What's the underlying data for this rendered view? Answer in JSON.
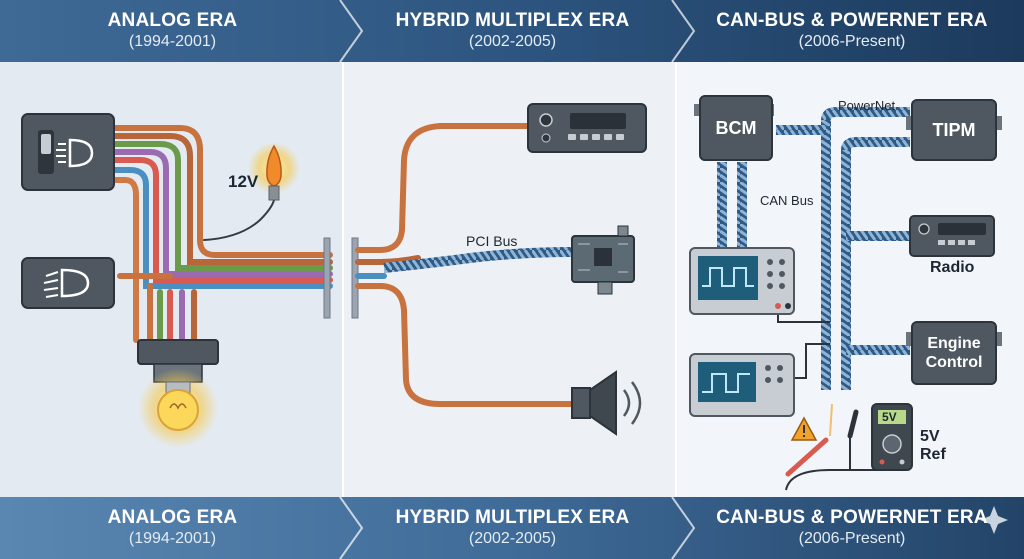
{
  "eras": [
    {
      "title": "ANALOG ERA",
      "years": "(1994-2001)"
    },
    {
      "title": "HYBRID MULTIPLEX ERA",
      "years": "(2002-2005)"
    },
    {
      "title": "CAN-BUS & POWERNET ERA",
      "years": "(2006-Present)"
    }
  ],
  "labels": {
    "voltage": "12V",
    "pci_bus": "PCI Bus",
    "can_bus": "CAN Bus",
    "powernet": "PowerNet",
    "bcm": "BCM",
    "tipm": "TIPM",
    "radio": "Radio",
    "engine_control": "Engine Control",
    "meter_reading": "5V",
    "ref_line1": "5V",
    "ref_line2": "Ref"
  },
  "colors": {
    "banner_dark": "#1f3f62",
    "banner_light": "#4f7aa6",
    "copper": "#c8733f",
    "twisted_blue": "#4b79a8",
    "module": "#4f5861",
    "scope_screen": "#1f5e7a",
    "bulb_glow": "#f7c94a",
    "warning": "#f0a22b"
  },
  "icons": [
    "headlight-switch-icon",
    "headlight-icon",
    "indicator-bulb-icon",
    "light-bulb-icon",
    "radio-icon",
    "circuit-board-icon",
    "speaker-icon",
    "oscilloscope-icon",
    "multimeter-icon",
    "warning-icon",
    "sparkle-icon"
  ]
}
